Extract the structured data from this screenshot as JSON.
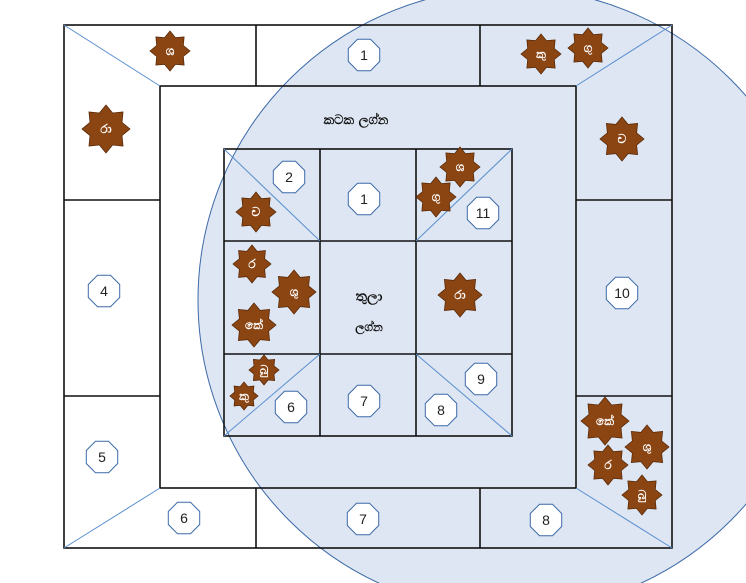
{
  "outer_chart": {
    "title": "කටක ලග්න",
    "houses": [
      "1",
      "4",
      "5",
      "6",
      "7",
      "8",
      "10"
    ],
    "planets": {
      "top_left": [
        "ශ"
      ],
      "left_upper": [
        "රා"
      ],
      "top_right": [
        "කු",
        "ගු"
      ],
      "right_upper": [
        "ච"
      ],
      "bottom_right": [
        "කේ",
        "ශු",
        "ර",
        "බු"
      ]
    }
  },
  "inner_chart": {
    "title_line1": "තුලා",
    "title_line2": "ලග්න",
    "houses": [
      "2",
      "1",
      "11",
      "6",
      "7",
      "8",
      "9"
    ],
    "planets": {
      "top_left": [
        "ච"
      ],
      "top_right": [
        "ශ",
        "ගු"
      ],
      "mid_left": [
        "ර",
        "ශු",
        "කේ"
      ],
      "mid_right": [
        "රා"
      ],
      "bottom_left": [
        "බු",
        "කු"
      ]
    }
  },
  "colors": {
    "planet_star": "#8b4513",
    "circle_fill": "#dde6f2",
    "circle_stroke": "#3d6aa8",
    "grid_stroke": "#111111",
    "diag_stroke": "#5b8fd0"
  }
}
